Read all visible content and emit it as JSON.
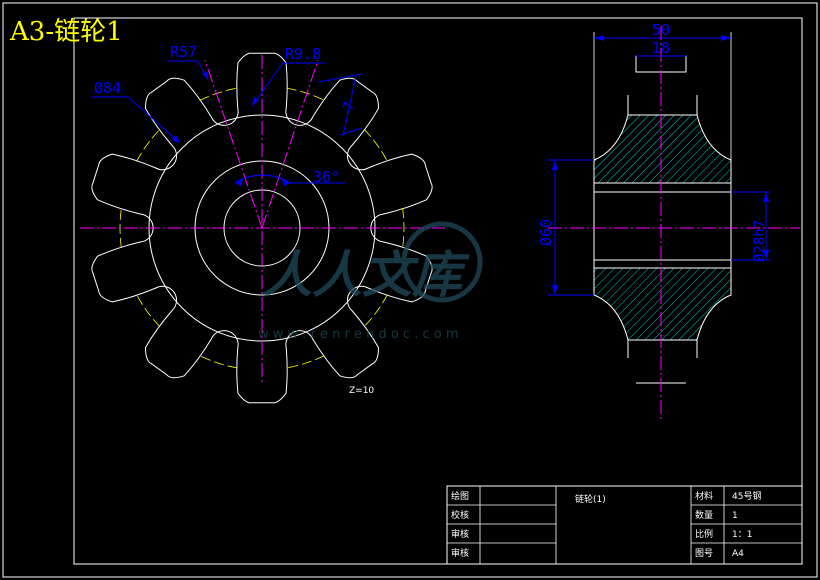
{
  "drawing_title": "A3-链轮1",
  "colors": {
    "background": "#000000",
    "line": "#ffffff",
    "center_line": "#ff00ff",
    "dimension": "#0000ff",
    "pitch_arc": "#ffff00",
    "title": "#ffff00",
    "hatch": "#00ffff",
    "watermark": "#1e4a5a"
  },
  "front_view": {
    "dimensions": {
      "d84": "Ø84",
      "r57": "R57",
      "r9_8": "R9.8",
      "seven": "7",
      "angle": "36°"
    },
    "tooth_count_label": "Z=10"
  },
  "side_view": {
    "dimensions": {
      "width_50": "50",
      "width_18": "18",
      "d60": "Ø60",
      "bore": "Ø28h7"
    }
  },
  "watermark": {
    "brand": "人人文库",
    "url": "w w w . r e n r e n d o c . c o m"
  },
  "title_block": {
    "drawn_label": "绘图",
    "checked_label": "校核",
    "reviewed_label": "审核",
    "approved_label": "审核",
    "part_name": "链轮(1)",
    "material_label": "材料",
    "material_value": "45号钢",
    "quantity_label": "数量",
    "quantity_value": "1",
    "scale_label": "比例",
    "scale_value": "1：1",
    "drawing_no_label": "图号",
    "drawing_no_value": "A4"
  }
}
